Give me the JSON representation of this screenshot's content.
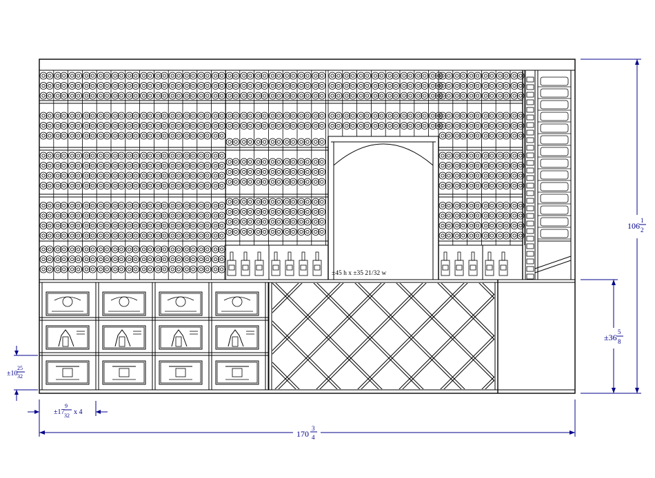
{
  "diagram": {
    "opening_label": "±45 h x ±35 21/32 w",
    "dimensions": {
      "overall_width": {
        "whole": "170",
        "num": "3",
        "den": "4"
      },
      "overall_height": {
        "whole": "106",
        "num": "1",
        "den": "2"
      },
      "lower_height": {
        "whole": "±36",
        "num": "5",
        "den": "8"
      },
      "case_height": {
        "whole": "±10",
        "num": "25",
        "den": "32"
      },
      "case_width": {
        "whole": "±17",
        "num": "9",
        "den": "32",
        "suffix": "x 4"
      }
    },
    "colors": {
      "line": "#000000",
      "dimension": "#00008b",
      "background": "#ffffff"
    }
  }
}
